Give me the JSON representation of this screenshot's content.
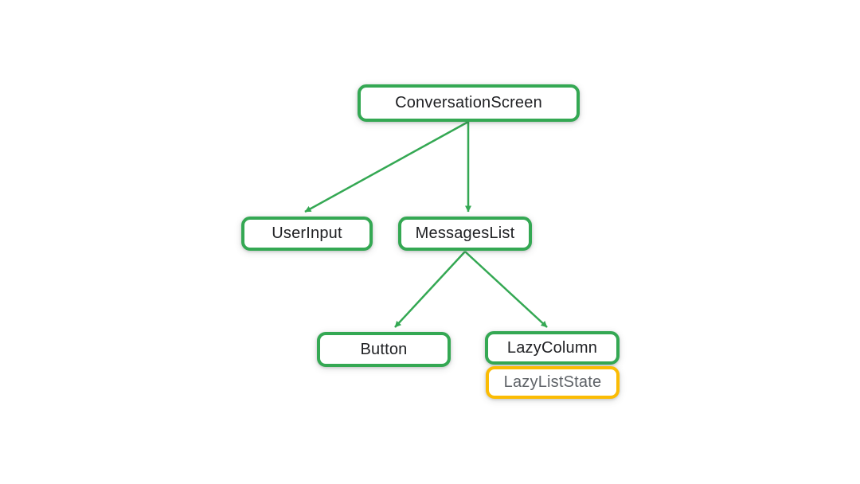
{
  "diagram": {
    "background_color": "#ffffff",
    "edge_color": "#34A853",
    "nodes": {
      "conversation_screen": {
        "label": "ConversationScreen",
        "border_color": "#34A853",
        "text_color": "#202124"
      },
      "user_input": {
        "label": "UserInput",
        "border_color": "#34A853",
        "text_color": "#202124"
      },
      "messages_list": {
        "label": "MessagesList",
        "border_color": "#34A853",
        "text_color": "#202124"
      },
      "button": {
        "label": "Button",
        "border_color": "#34A853",
        "text_color": "#202124"
      },
      "lazy_column": {
        "label": "LazyColumn",
        "border_color": "#34A853",
        "text_color": "#202124"
      },
      "lazy_list_state": {
        "label": "LazyListState",
        "border_color": "#FBBC04",
        "text_color": "#5F6368"
      }
    },
    "edges": [
      {
        "from": "conversation_screen",
        "to": "user_input"
      },
      {
        "from": "conversation_screen",
        "to": "messages_list"
      },
      {
        "from": "messages_list",
        "to": "button"
      },
      {
        "from": "messages_list",
        "to": "lazy_column"
      }
    ]
  }
}
